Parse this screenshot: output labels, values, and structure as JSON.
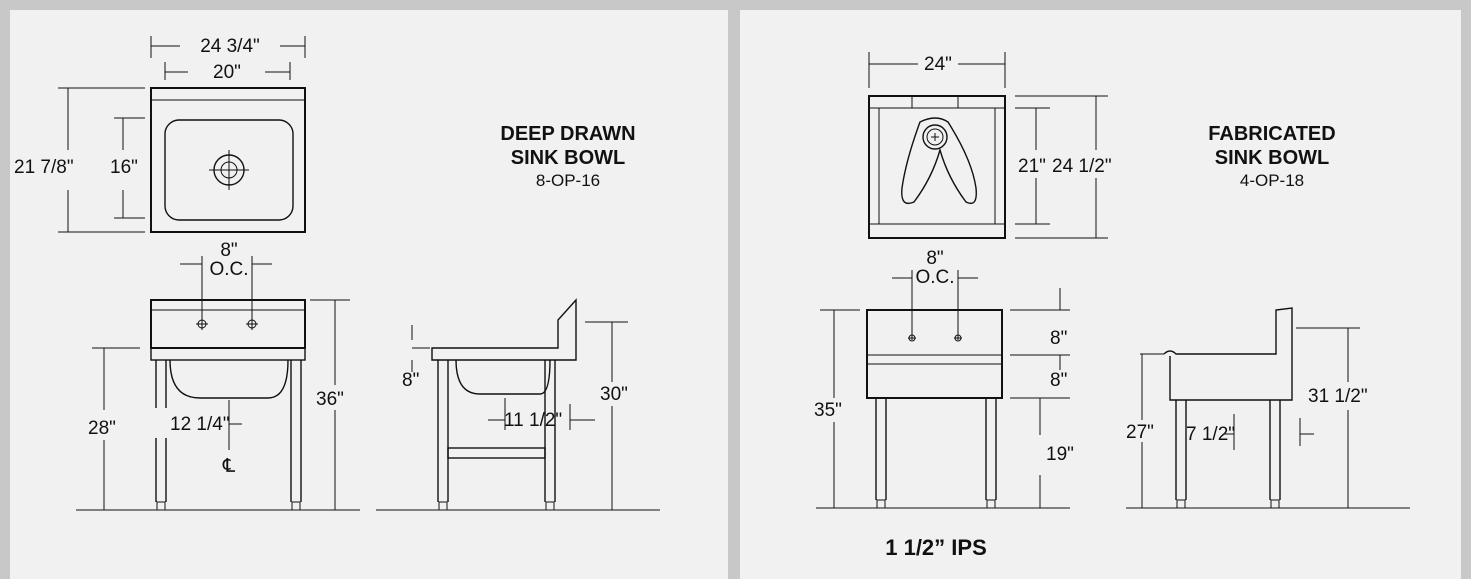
{
  "left": {
    "title_line1": "DEEP DRAWN",
    "title_line2": "SINK BOWL",
    "model": "8-OP-16",
    "dims": {
      "overall_width": "24 3/4\"",
      "bowl_width": "20\"",
      "overall_depth": "21 7/8\"",
      "bowl_depth": "16\"",
      "faucet_spacing": "8\"",
      "oc": "O.C.",
      "height_bowl": "28\"",
      "drain_offset": "12 1/4\"",
      "centerline": "℄",
      "overall_height": "36\"",
      "side_drop": "8\"",
      "side_drain_offset": "11 1/2\"",
      "side_height": "30\""
    }
  },
  "right": {
    "title_line1": "FABRICATED",
    "title_line2": "SINK BOWL",
    "model": "4-OP-18",
    "footer": "1 1/2” IPS",
    "dims": {
      "overall_width": "24\"",
      "bowl_depth": "21\"",
      "overall_depth": "24 1/2\"",
      "faucet_spacing": "8\"",
      "oc": "O.C.",
      "overall_height": "35\"",
      "splash": "8\"",
      "bowl": "8\"",
      "leg": "19\"",
      "side_height": "27\"",
      "side_drain_offset": "7 1/2\"",
      "side_overall": "31 1/2\""
    }
  },
  "colors": {
    "background": "#c8c8c8",
    "panel": "#f1f1f1",
    "ink": "#111111"
  }
}
